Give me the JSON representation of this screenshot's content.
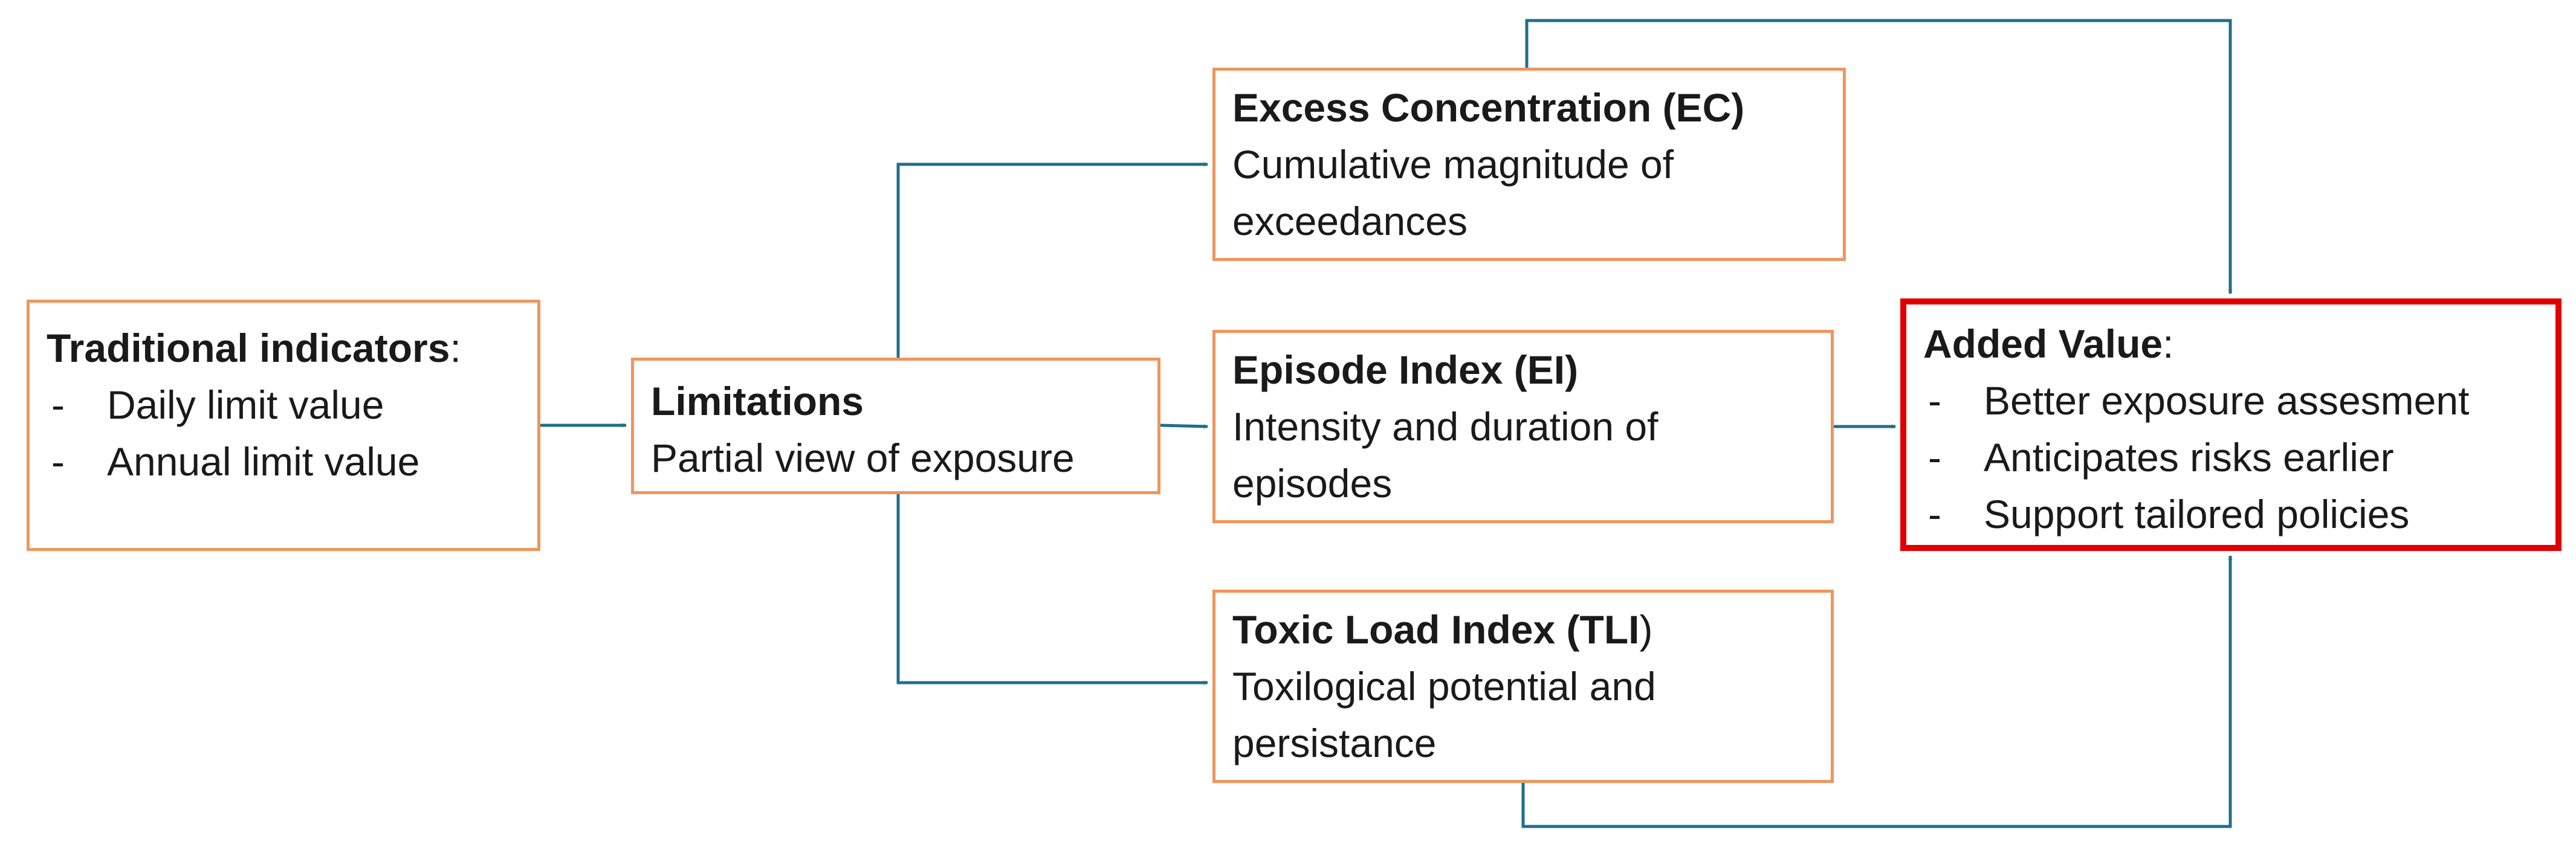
{
  "colors": {
    "box_border": "#f0955c",
    "highlight_border": "#e00000",
    "connector": "#1f6f8b"
  },
  "traditional": {
    "title": "Traditional indicators",
    "title_suffix": ":",
    "items": [
      "Daily limit value",
      "Annual limit value"
    ]
  },
  "limitations": {
    "title": "Limitations",
    "text": "Partial view of exposure"
  },
  "ec": {
    "title": "Excess Concentration (EC)",
    "text": "Cumulative magnitude of exceedances"
  },
  "ei": {
    "title": "Episode Index (EI)",
    "text": "Intensity and duration of episodes"
  },
  "tli": {
    "title": "Toxic Load Index (TLI",
    "title_suffix": ")",
    "text": "Toxilogical potential and persistance"
  },
  "added_value": {
    "title": "Added Value",
    "title_suffix": ":",
    "items": [
      "Better exposure assesment",
      "Anticipates risks earlier",
      "Support tailored policies"
    ]
  }
}
